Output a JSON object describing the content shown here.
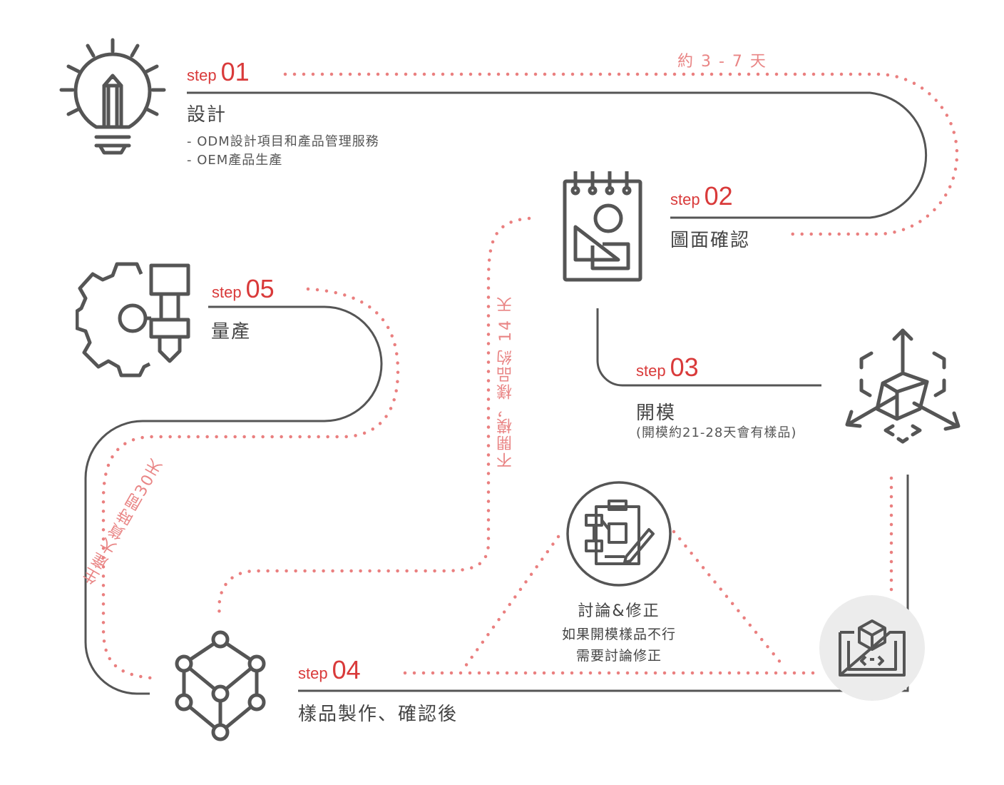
{
  "steps": [
    {
      "id": "01",
      "label": "step",
      "number": "01",
      "title": "設計",
      "details": [
        "- ODM設計項目和產品管理服務",
        "- OEM產品生產"
      ]
    },
    {
      "id": "02",
      "label": "step",
      "number": "02",
      "title": "圖面確認"
    },
    {
      "id": "03",
      "label": "step",
      "number": "03",
      "title": "開模",
      "note": "(開模約21-28天會有樣品)"
    },
    {
      "id": "04",
      "label": "step",
      "number": "04",
      "title": "樣品製作、確認後"
    },
    {
      "id": "05",
      "label": "step",
      "number": "05",
      "title": "量產"
    }
  ],
  "durations": {
    "design_to_drawing": "約 3 - 7 天",
    "no_mold_sample": "不開模，樣品約 14 天",
    "mass_production": "生產大貨時間30天"
  },
  "discussion": {
    "title": "討論&修正",
    "line1": "如果開模樣品不行",
    "line2": "需要討論修正"
  },
  "colors": {
    "accent": "#d93a3a",
    "dotted": "#ea7f7f",
    "line": "#555555",
    "circle_bg": "#ececec"
  },
  "icons": {
    "step01": "lightbulb-pencil-icon",
    "step02": "notepad-drawing-icon",
    "step03": "3d-cube-arrows-icon",
    "step04": "cube-network-icon",
    "step05": "gear-machine-icon",
    "discussion": "clipboard-flow-icon",
    "blueprint": "blueprint-cube-icon"
  }
}
